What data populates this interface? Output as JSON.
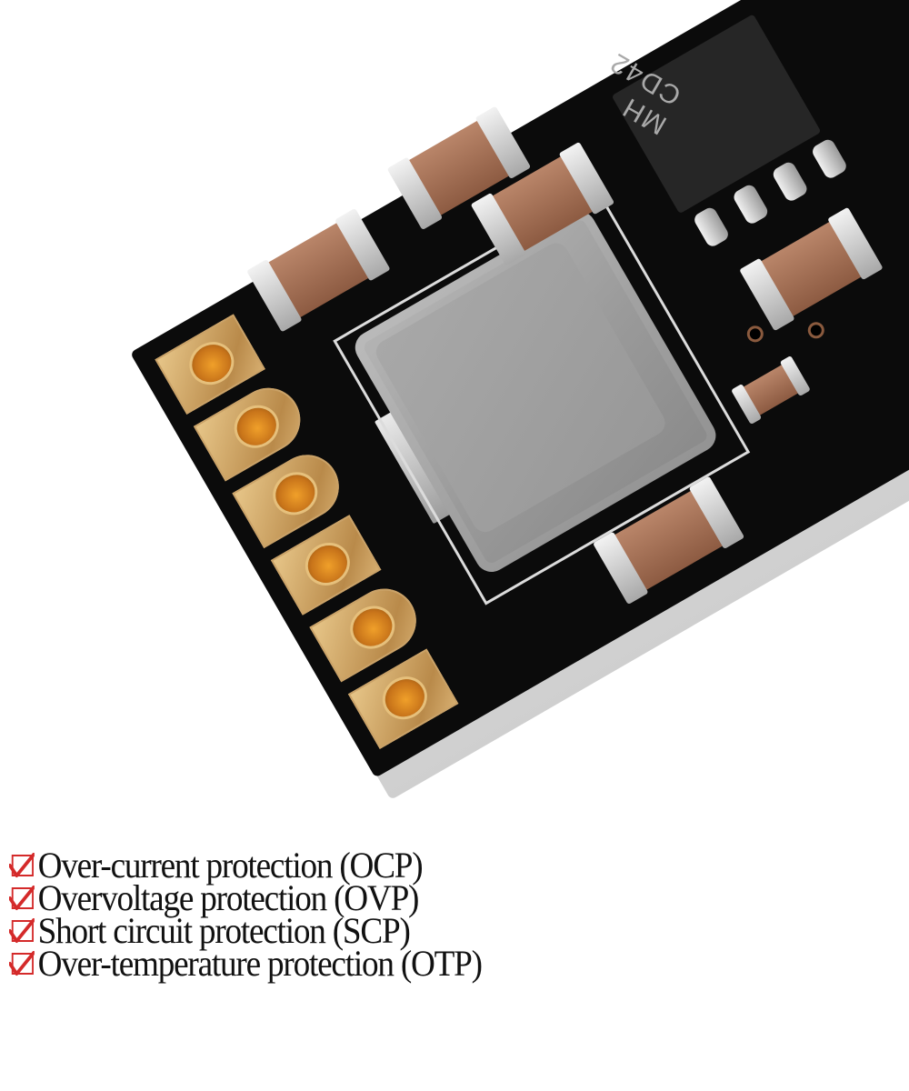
{
  "product_image": {
    "subject": "DC-DC converter PCB module close-up",
    "board_color": "#0b0b0b",
    "board_edge_color": "#d9d9d9",
    "pad_color": "#c9995a",
    "capacitor_color": "#9e6a50",
    "inductor_color": "#a3a3a3",
    "ic": {
      "marking_line1": "CD42",
      "marking_line2": "MH"
    },
    "pad_count": 6
  },
  "features": {
    "check_color": "#d42a2a",
    "items": [
      {
        "label": "Over-current protection (OCP)",
        "checked": true
      },
      {
        "label": "Overvoltage protection (OVP)",
        "checked": true
      },
      {
        "label": "Short circuit protection (SCP)",
        "checked": true
      },
      {
        "label": "Over-temperature protection (OTP)",
        "checked": true
      }
    ]
  }
}
